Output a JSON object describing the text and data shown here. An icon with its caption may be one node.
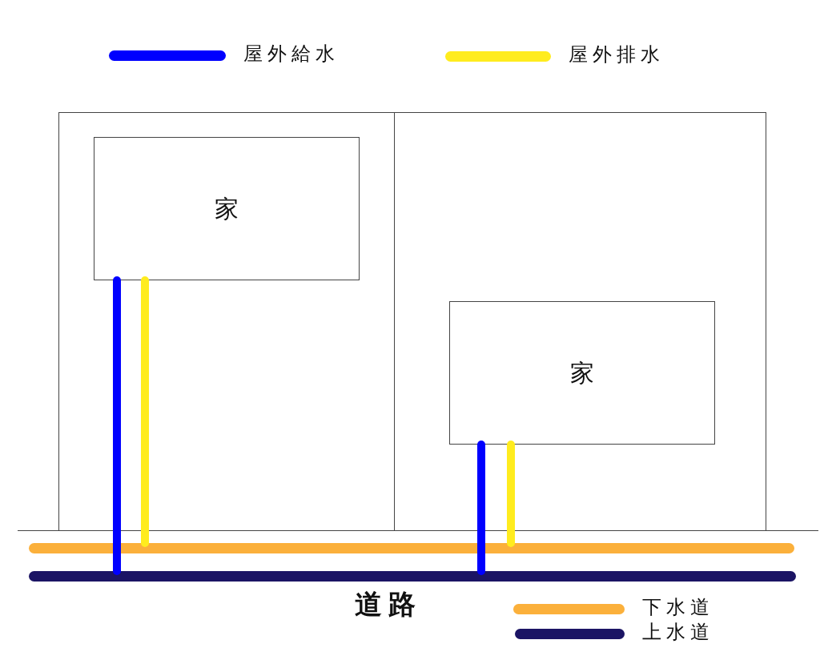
{
  "diagram": {
    "nodes": [
      {
        "text": [],
        "shape": "box"
      },
      {
        "text": [
          "家"
        ],
        "in": 0
      },
      {
        "text": [],
        "shape": "box"
      },
      {
        "text": [
          "家"
        ],
        "in": 2
      },
      {
        "text": [],
        "shape": "bar"
      },
      {
        "text": [],
        "shape": "bar"
      }
    ],
    "edges": [
      {
        "from": 1,
        "to": 5,
        "arrow": "none",
        "color": "#0000ff"
      },
      {
        "from": 1,
        "to": 4,
        "arrow": "none",
        "color": "#ffec1e"
      },
      {
        "from": 3,
        "to": 5,
        "arrow": "none",
        "color": "#0000ff"
      },
      {
        "from": 3,
        "to": 4,
        "arrow": "none",
        "color": "#ffec1e"
      }
    ],
    "labels": [
      "道路"
    ],
    "legend": [
      {
        "text": "屋外給水",
        "color": "#0000ff"
      },
      {
        "text": "屋外排水",
        "color": "#ffec1e"
      },
      {
        "text": "下水道",
        "color": "#fbb03b"
      },
      {
        "text": "上水道",
        "color": "#1b1464"
      }
    ]
  }
}
